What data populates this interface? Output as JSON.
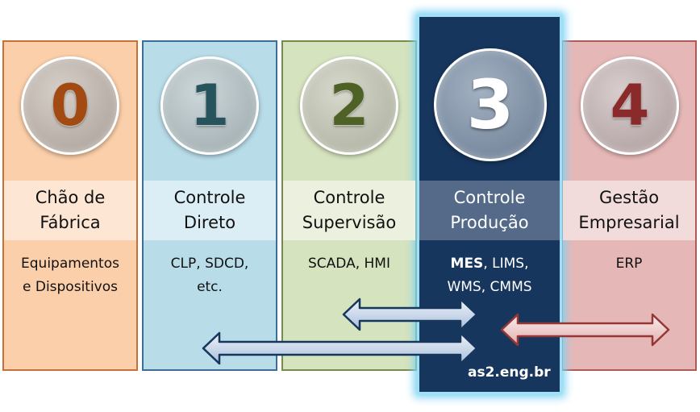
{
  "levels": [
    {
      "number": "0",
      "title_line1": "Chão de",
      "title_line2": "Fábrica",
      "desc_line1": "Equipamentos",
      "desc_line2": "e Dispositivos",
      "colors": {
        "panel": "#fbcfa9",
        "border": "#c8703a",
        "band": "#fde6d3",
        "circle": "#b5aca4",
        "digit": "#a24a12"
      }
    },
    {
      "number": "1",
      "title_line1": "Controle",
      "title_line2": "Direto",
      "desc_line1": "CLP, SDCD,",
      "desc_line2": "etc.",
      "colors": {
        "panel": "#b9dce9",
        "border": "#3d6e96",
        "band": "#dceef5",
        "circle": "#a9b5b8",
        "digit": "#27545c"
      }
    },
    {
      "number": "2",
      "title_line1": "Controle",
      "title_line2": "Supervisão",
      "desc_line1": "SCADA, HMI",
      "desc_line2": "",
      "colors": {
        "panel": "#d6e3bf",
        "border": "#768a4c",
        "band": "#ebf1de",
        "circle": "#b7baaa",
        "digit": "#4f6226"
      }
    },
    {
      "number": "3",
      "title_line1": "Controle",
      "title_line2": "Produção",
      "desc_bold": "MES",
      "desc_line1_rest": ", LIMS,",
      "desc_line2": "WMS, CMMS",
      "colors": {
        "panel": "#17365d",
        "border": "#7fd3f2",
        "band": "#546a88",
        "circle": "#8393a6",
        "digit": "#ffffff"
      }
    },
    {
      "number": "4",
      "title_line1": "Gestão",
      "title_line2": "Empresarial",
      "desc_line1": "ERP",
      "desc_line2": "",
      "colors": {
        "panel": "#e5b8b7",
        "border": "#b05a58",
        "band": "#f2dcdb",
        "circle": "#b8a9a9",
        "digit": "#8b2a2a"
      }
    }
  ],
  "website": "as2.eng.br",
  "arrows": {
    "blue_fill": "#c5d5e8",
    "blue_stroke": "#17365d",
    "red_fill": "#f2dcdb",
    "red_stroke": "#953735"
  }
}
